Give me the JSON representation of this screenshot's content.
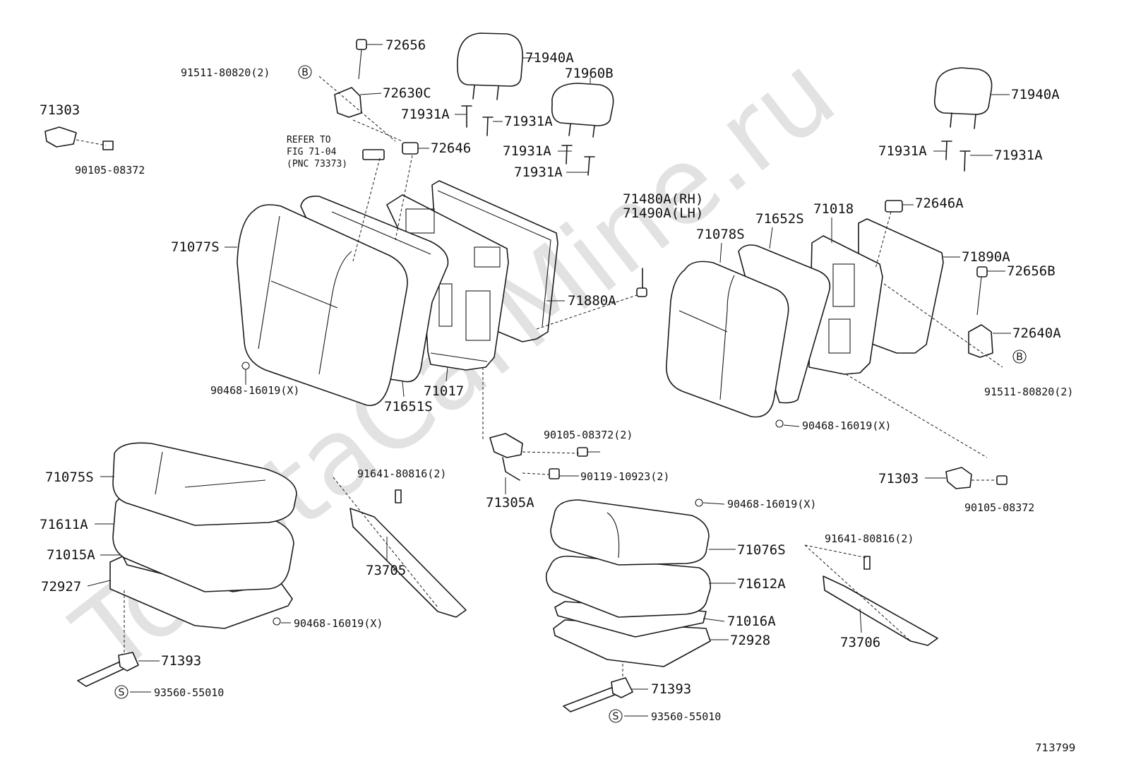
{
  "watermark": "ToyotaCarMine.ru",
  "figure_number": "713799",
  "note": {
    "line1": "REFER TO",
    "line2": "FIG 71-04",
    "line3": "(PNC 73373)"
  },
  "markers": {
    "b": "B",
    "s": "S"
  },
  "labels": {
    "p72656": "72656",
    "p71940A_l": "71940A",
    "p71960B": "71960B",
    "p91511_l": "91511-80820(2)",
    "p72630C": "72630C",
    "p71931A_1": "71931A",
    "p71931A_2": "71931A",
    "p71931A_3": "71931A",
    "p71931A_4": "71931A",
    "p71303_l": "71303",
    "p90105_l": "90105-08372",
    "p72646": "72646",
    "p71077S": "71077S",
    "p71480A": "71480A(RH)",
    "p71490A": "71490A(LH)",
    "p71880A": "71880A",
    "p90468_a": "90468-16019(X)",
    "p71017": "71017",
    "p71651S": "71651S",
    "p71940A_r": "71940A",
    "p71931A_5": "71931A",
    "p71931A_6": "71931A",
    "p72646A": "72646A",
    "p71078S": "71078S",
    "p71652S": "71652S",
    "p71018": "71018",
    "p71890A": "71890A",
    "p72656B": "72656B",
    "p72640A": "72640A",
    "p91511_r": "91511-80820(2)",
    "p90468_b": "90468-16019(X)",
    "p90105_2": "90105-08372(2)",
    "p90119": "90119-10923(2)",
    "p71305A": "71305A",
    "p71303_r": "71303",
    "p90105_r": "90105-08372",
    "p71075S": "71075S",
    "p91641_l": "91641-80816(2)",
    "p71611A": "71611A",
    "p71015A": "71015A",
    "p72927": "72927",
    "p73705": "73705",
    "p90468_c": "90468-16019(X)",
    "p71393_l": "71393",
    "p93560_l": "93560-55010",
    "p90468_d": "90468-16019(X)",
    "p71076S": "71076S",
    "p71612A": "71612A",
    "p71016A": "71016A",
    "p72928": "72928",
    "p91641_r": "91641-80816(2)",
    "p73706": "73706",
    "p71393_r": "71393",
    "p93560_r": "93560-55010"
  }
}
